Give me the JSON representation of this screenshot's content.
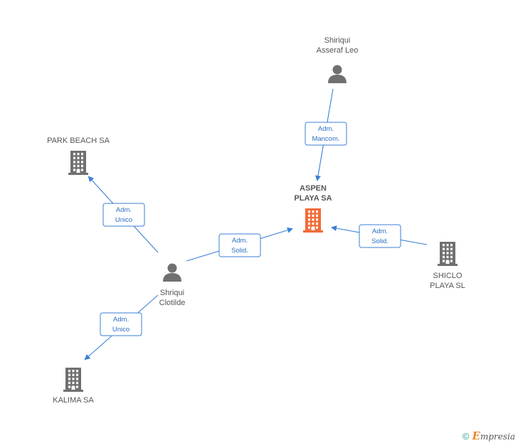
{
  "nodes": [
    {
      "id": "shiriqui-asseraf-leo",
      "type": "person",
      "label": [
        "Shiriqui",
        "Asseraf Leo"
      ],
      "main": false
    },
    {
      "id": "park-beach-sa",
      "type": "company",
      "label": [
        "PARK BEACH SA"
      ],
      "main": false
    },
    {
      "id": "aspen-playa-sa",
      "type": "company",
      "label": [
        "ASPEN",
        "PLAYA SA"
      ],
      "main": true
    },
    {
      "id": "shiriqui-clotilde",
      "type": "person",
      "label": [
        "Shriqui",
        "Clotilde"
      ],
      "main": false
    },
    {
      "id": "shiclo-playa-sl",
      "type": "company",
      "label": [
        "SHICLO",
        "PLAYA  SL"
      ],
      "main": false
    },
    {
      "id": "kalima-sa",
      "type": "company",
      "label": [
        "KALIMA SA"
      ],
      "main": false
    }
  ],
  "edges": [
    {
      "from": "shiriqui-asseraf-leo",
      "to": "aspen-playa-sa",
      "label": [
        "Adm.",
        "Mancom."
      ]
    },
    {
      "from": "shiriqui-clotilde",
      "to": "park-beach-sa",
      "label": [
        "Adm.",
        "Unico"
      ]
    },
    {
      "from": "shiriqui-clotilde",
      "to": "aspen-playa-sa",
      "label": [
        "Adm.",
        "Solid."
      ]
    },
    {
      "from": "shiclo-playa-sl",
      "to": "aspen-playa-sa",
      "label": [
        "Adm.",
        "Solid."
      ]
    },
    {
      "from": "shiriqui-clotilde",
      "to": "kalima-sa",
      "label": [
        "Adm.",
        "Unico"
      ]
    }
  ],
  "colors": {
    "main_company": "#f26b38",
    "company": "#707070",
    "person": "#707070",
    "edge": "#3b7fd4"
  },
  "footer": {
    "copyright": "©",
    "brand_e": "E",
    "brand_rest": "mpresia"
  }
}
